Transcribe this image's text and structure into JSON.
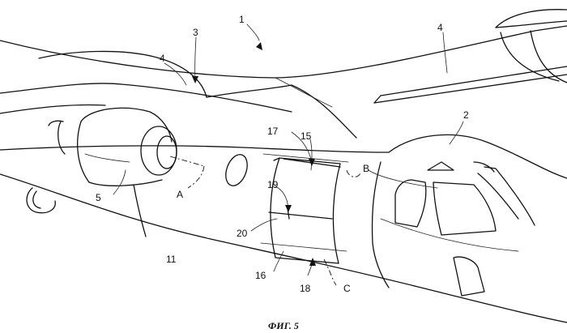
{
  "figure": {
    "caption": "ФИГ. 5",
    "reference_numerals": {
      "aircraft": "1",
      "cockpit": "2",
      "fuselage_top": "3",
      "wing_left": "4",
      "wing_right": "4",
      "nacelle": "5",
      "lower_fuselage": "11",
      "door_lower": "16",
      "door_upper_edge": "17",
      "door_lower_edge": "18",
      "door_panel": "15",
      "hinge_line": "19",
      "door_mid": "20"
    },
    "axis_labels": {
      "axis_a": "A",
      "axis_b": "B",
      "axis_c": "C"
    }
  }
}
